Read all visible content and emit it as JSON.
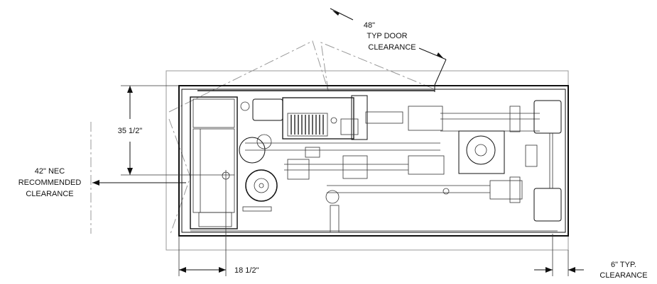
{
  "dimensions": {
    "door_clearance": {
      "value": "48\"",
      "line2": "TYP DOOR",
      "line3": "CLEARANCE"
    },
    "height": {
      "value": "35 1/2\""
    },
    "nec_clearance": {
      "line1": "42\" NEC",
      "line2": "RECOMMENDED",
      "line3": "CLEARANCE"
    },
    "width_offset": {
      "value": "18 1/2\""
    },
    "side_clearance": {
      "line1": "6\" TYP.",
      "line2": "CLEARANCE"
    }
  }
}
